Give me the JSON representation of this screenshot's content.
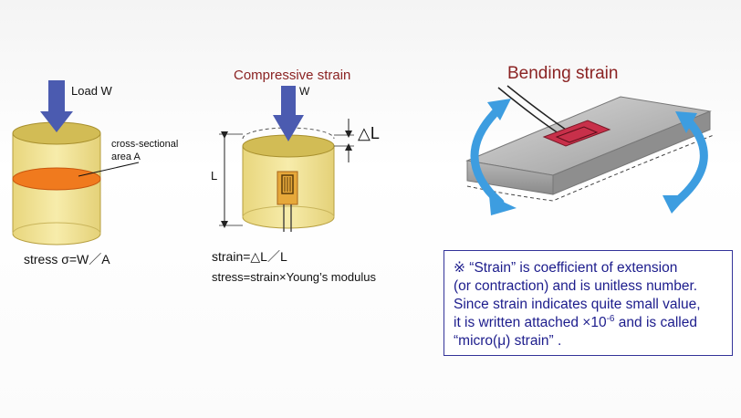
{
  "left_diagram": {
    "load_label": "Load W",
    "cross_section_line1": "cross-sectional",
    "cross_section_line2": "area A",
    "stress_formula": "stress σ=W／A"
  },
  "middle_diagram": {
    "title": "Compressive strain",
    "force_label": "W",
    "delta_label": "△L",
    "length_label": "L",
    "strain_formula": "strain=△L／L",
    "stress_formula": "stress=strain×Young’s modulus"
  },
  "right_diagram": {
    "title": "Bending strain"
  },
  "note": {
    "line1": "※ “Strain” is coefficient of extension",
    "line2": "(or contraction) and is unitless number.",
    "line3": "Since strain indicates quite small value,",
    "line4_pre": "it is written attached ×10",
    "line4_sup": "-6",
    "line4_post": " and is called",
    "line5": "“micro(μ) strain” ."
  },
  "colors": {
    "cylinder_fill": "#efe08e",
    "cylinder_top": "#d2bc55",
    "cross_section": "#f07a1e",
    "arrow_fill": "#4b5bb0",
    "title_red": "#8b2323",
    "note_text": "#1c1c8c",
    "bend_arrow": "#3d9de0"
  }
}
